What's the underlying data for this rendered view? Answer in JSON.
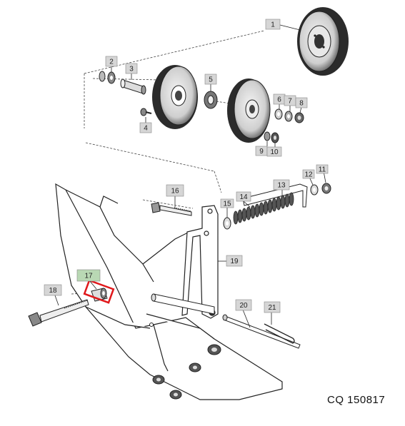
{
  "diagram": {
    "reference_code": "CQ 150817",
    "highlight_color": "#e0181b",
    "highlighted_label_color": "#b9d8b4",
    "label_color": "#d6d6d6",
    "callouts": [
      {
        "id": "c1",
        "text": "1"
      },
      {
        "id": "c2",
        "text": "2"
      },
      {
        "id": "c3",
        "text": "3"
      },
      {
        "id": "c4",
        "text": "4"
      },
      {
        "id": "c5",
        "text": "5"
      },
      {
        "id": "c6",
        "text": "6"
      },
      {
        "id": "c7",
        "text": "7"
      },
      {
        "id": "c8",
        "text": "8"
      },
      {
        "id": "c9",
        "text": "9"
      },
      {
        "id": "c10",
        "text": "10"
      },
      {
        "id": "c11",
        "text": "11"
      },
      {
        "id": "c12",
        "text": "12"
      },
      {
        "id": "c13",
        "text": "13"
      },
      {
        "id": "c14",
        "text": "14"
      },
      {
        "id": "c15",
        "text": "15"
      },
      {
        "id": "c16",
        "text": "16"
      },
      {
        "id": "c17",
        "text": "17"
      },
      {
        "id": "c18",
        "text": "18"
      },
      {
        "id": "c19",
        "text": "19"
      },
      {
        "id": "c20",
        "text": "20"
      },
      {
        "id": "c21",
        "text": "21"
      }
    ]
  }
}
